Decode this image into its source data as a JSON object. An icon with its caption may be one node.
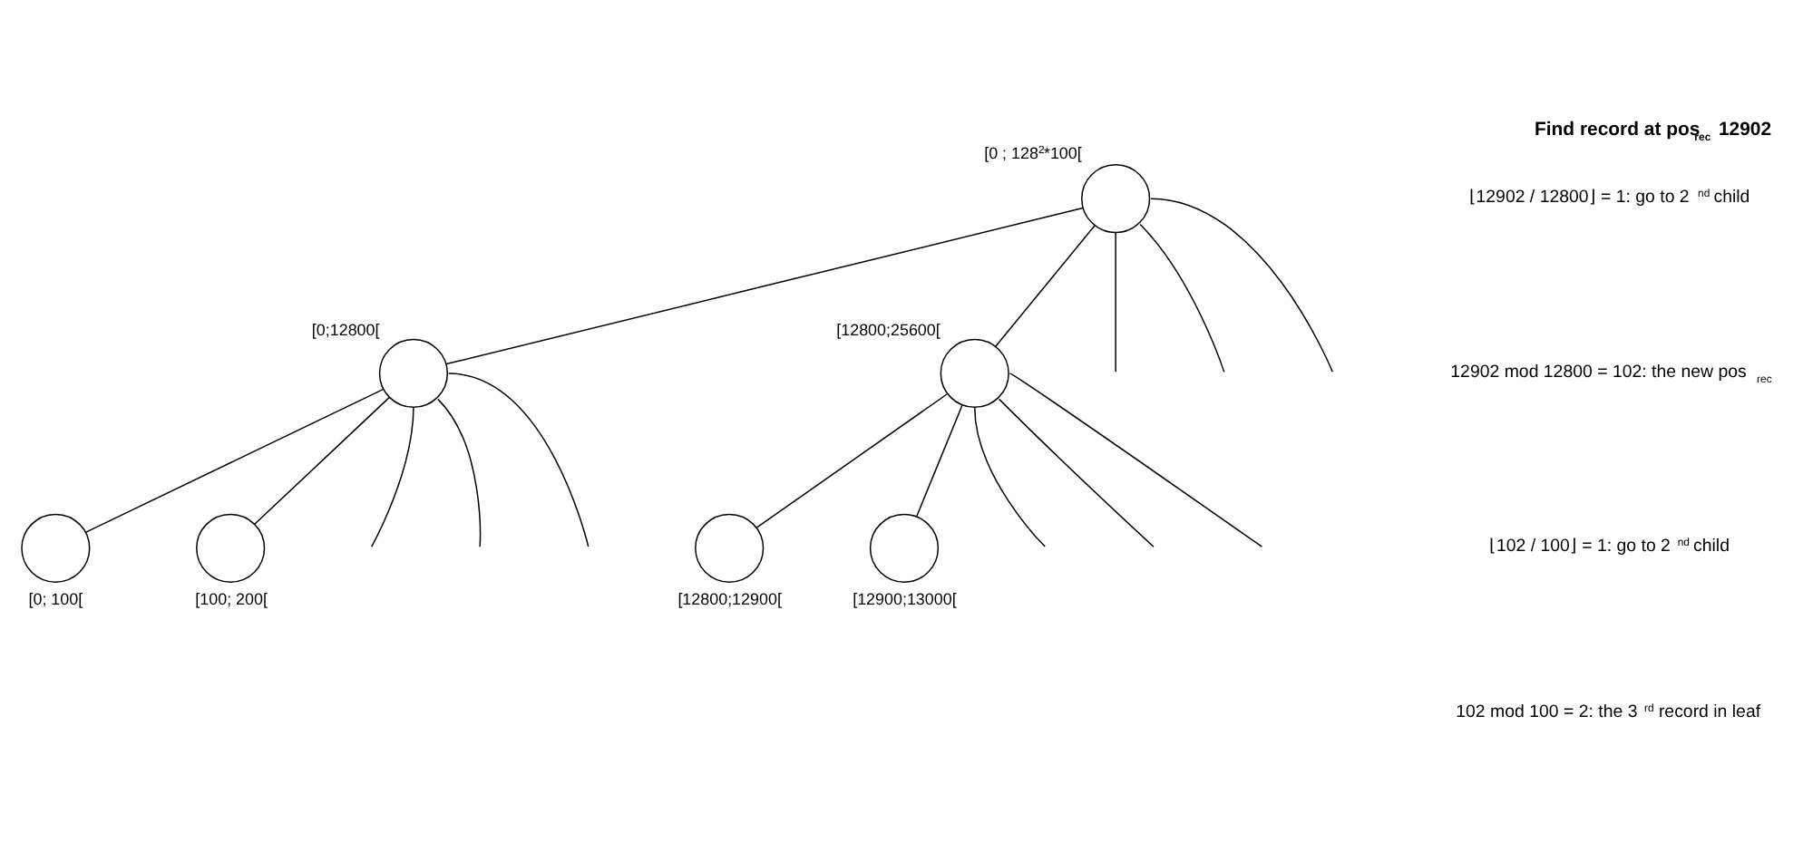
{
  "diagram": {
    "title": "Find record at pos$_{rec}$ 12902",
    "nodes": [
      {
        "text": [],
        "shape": "circle",
        "beside": [
          "[0 ; 128$^{2}$*100["
        ]
      },
      {
        "text": [],
        "shape": "circle",
        "beside": [
          "[0;12800["
        ]
      },
      {
        "text": [],
        "shape": "circle",
        "beside": [
          "[12800;25600["
        ]
      },
      {
        "text": [],
        "shape": "circle",
        "beside": [
          "[0; 100["
        ]
      },
      {
        "text": [],
        "shape": "circle",
        "beside": [
          "[100; 200["
        ]
      },
      {
        "text": [],
        "shape": "circle",
        "beside": [
          "[12800;12900["
        ]
      },
      {
        "text": [],
        "shape": "circle",
        "beside": [
          "[12900;13000["
        ]
      }
    ],
    "edges": [
      {
        "from": 0,
        "to": 1,
        "arrow": "none"
      },
      {
        "from": 0,
        "to": 2,
        "arrow": "none"
      },
      {
        "from": 0,
        "to": null,
        "arrow": "none"
      },
      {
        "from": 0,
        "to": null,
        "arrow": "none"
      },
      {
        "from": 0,
        "to": null,
        "arrow": "none"
      },
      {
        "from": 1,
        "to": 3,
        "arrow": "none"
      },
      {
        "from": 1,
        "to": 4,
        "arrow": "none"
      },
      {
        "from": 1,
        "to": null,
        "arrow": "none"
      },
      {
        "from": 1,
        "to": null,
        "arrow": "none"
      },
      {
        "from": 1,
        "to": null,
        "arrow": "none"
      },
      {
        "from": 2,
        "to": 5,
        "arrow": "none"
      },
      {
        "from": 2,
        "to": 6,
        "arrow": "none"
      },
      {
        "from": 2,
        "to": null,
        "arrow": "none"
      },
      {
        "from": 2,
        "to": null,
        "arrow": "none"
      },
      {
        "from": 2,
        "to": null,
        "arrow": "none"
      }
    ],
    "labels": [
      "⌊12902 / 12800⌋ = 1: go to 2$^{nd}$ child",
      "12902 mod 12800 = 102: the new pos$_{rec}$",
      "⌊102 / 100⌋ = 1: go to 2$^{nd}$ child",
      "102 mod 100 = 2: the 3$^{rd}$ record in leaf"
    ]
  }
}
